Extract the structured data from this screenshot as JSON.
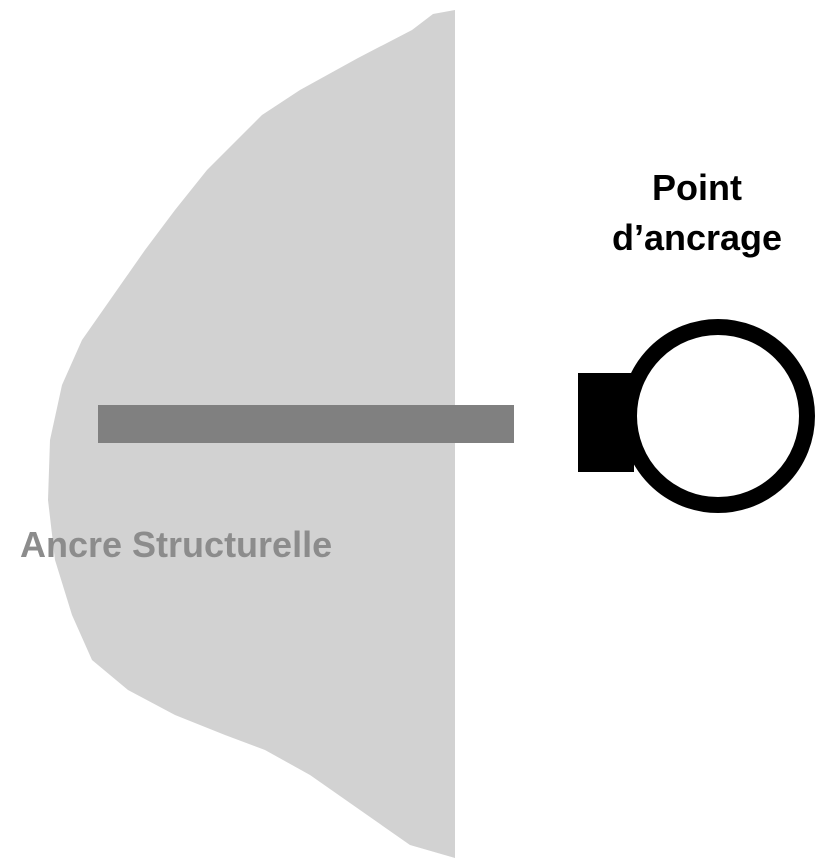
{
  "labels": {
    "structural_anchor": "Ancre Structurelle",
    "anchor_point_line1": "Point",
    "anchor_point_line2": "d’ancrage"
  },
  "colors": {
    "structure_fill": "#d2d2d2",
    "rod_fill": "#808080",
    "anchor_label_text": "#8c8c8c",
    "ring_stroke": "#000000",
    "ring_fill": "#ffffff",
    "mount_fill": "#000000",
    "label_text": "#000000"
  }
}
